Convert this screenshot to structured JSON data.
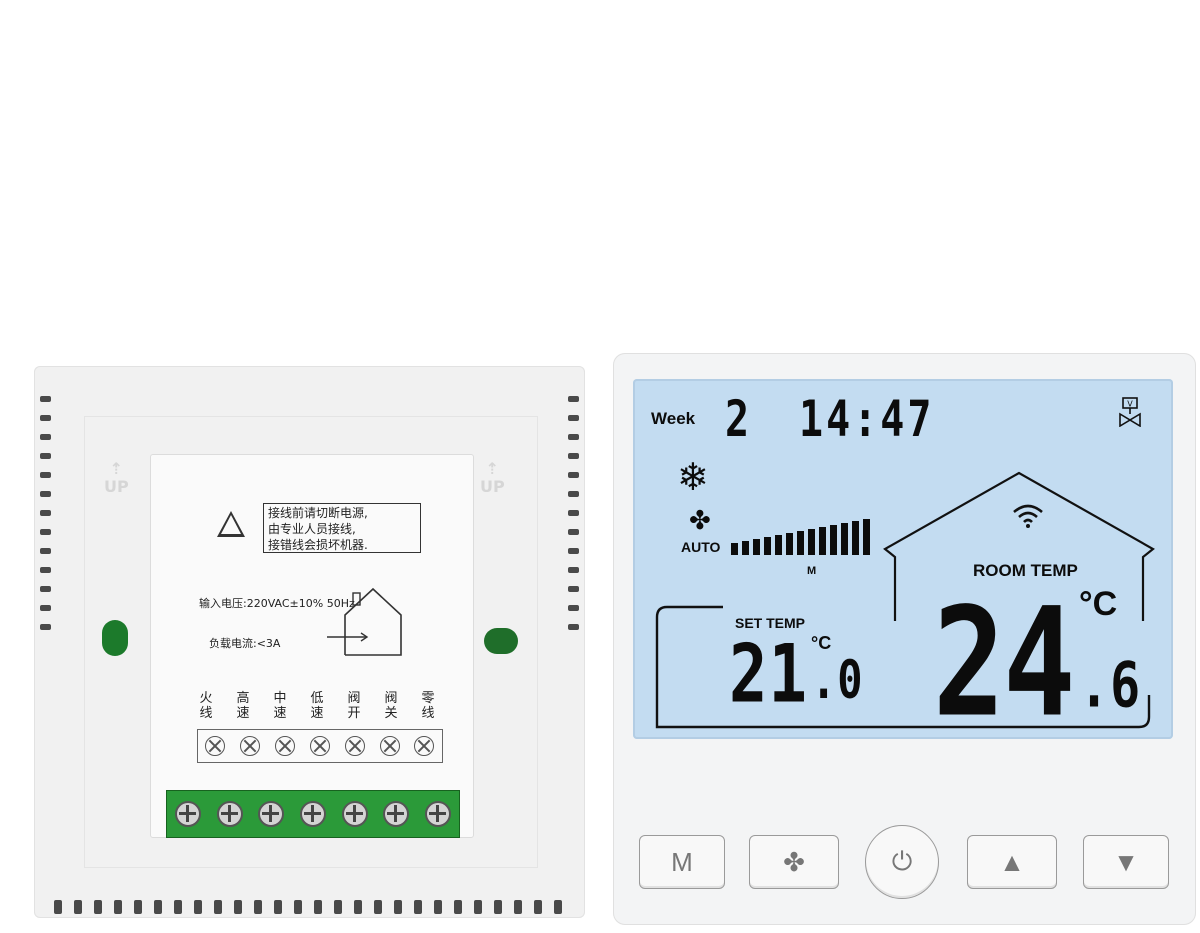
{
  "back_plate": {
    "up_label": "UP",
    "warning_lines": [
      "接线前请切断电源,",
      "由专业人员接线,",
      "接错线会损坏机器."
    ],
    "input_voltage": "输入电压:220VAC±10% 50Hz",
    "load_current": "负载电流:<3A",
    "terminals": [
      {
        "top": "火",
        "bottom": "线"
      },
      {
        "top": "高",
        "bottom": "速"
      },
      {
        "top": "中",
        "bottom": "速"
      },
      {
        "top": "低",
        "bottom": "速"
      },
      {
        "top": "阀",
        "bottom": "开"
      },
      {
        "top": "阀",
        "bottom": "关"
      },
      {
        "top": "零",
        "bottom": "线"
      }
    ]
  },
  "display": {
    "week_label": "Week",
    "weekday": "2",
    "time": "14:47",
    "fan_mode": "AUTO",
    "fan_speed_label": "M",
    "fan_speed_level": 1.0,
    "room_label": "ROOM TEMP",
    "room_temp_int": "24",
    "room_temp_dec": ".6",
    "set_label": "SET TEMP",
    "set_temp_int": "21",
    "set_temp_dec": ".0",
    "unit": "°C",
    "icons": [
      "snowflake-icon",
      "fan-icon",
      "wifi-icon",
      "valve-icon",
      "house-outline-icon"
    ],
    "lcd_color": "#c3dcf1"
  },
  "keypad": {
    "mode_label": "M",
    "fan_glyph": "✤",
    "power_glyph": "⏻",
    "up_glyph": "▲",
    "down_glyph": "▼"
  }
}
